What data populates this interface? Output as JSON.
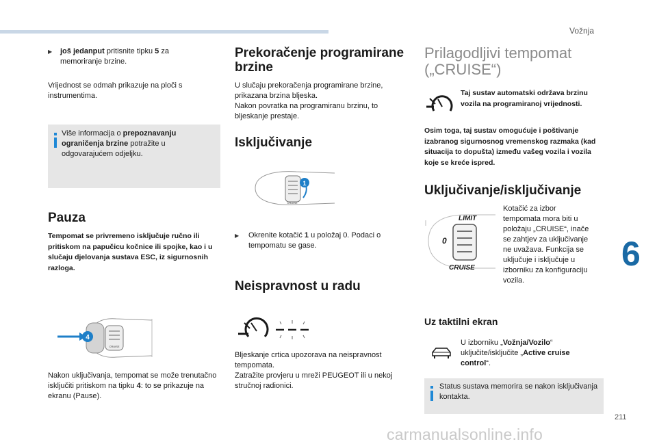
{
  "header": {
    "chapter": "Vožnja",
    "chapter_number": "6",
    "page_number": "211"
  },
  "watermark": "carmanualsonline.info",
  "col1": {
    "bullet_a_bold": "još jedanput",
    "bullet_a_mid": " pritisnite tipku ",
    "bullet_a_key": "5",
    "bullet_a_end": " za memoriranje brzine.",
    "para1": "Vrijednost se odmah prikazuje na ploči s instrumentima.",
    "info_pre": "Više informacija o ",
    "info_bold": "prepoznavanju ograničenja brzine",
    "info_post": " potražite u odgovarajućem odjeljku.",
    "pause_title": "Pauza",
    "pause_text": "Tempomat se privremeno isključuje ručno ili pritiskom na papučicu kočnice ili spojke, kao i u slučaju djelovanja sustava ESC, iz sigurnosnih razloga.",
    "fig_callout": "4",
    "fig_label": "CRUISE",
    "para2_pre": "Nakon uključivanja, tempomat se može trenutačno isključiti pritiskom na tipku ",
    "para2_key": "4",
    "para2_post": ": to se prikazuje na ekranu (Pause)."
  },
  "col2": {
    "over_title_1": "Prekoračenje programirane",
    "over_title_2": "brzine",
    "over_text1": "U slučaju prekoračenja programirane brzine, prikazana brzina bljeska.",
    "over_text2": "Nakon povratka na programiranu brzinu, to bljeskanje prestaje.",
    "off_title": "Isključivanje",
    "fig_callout": "1",
    "fig_label": "CRUISE",
    "off_pre": "Okrenite kotačić ",
    "off_key": "1",
    "off_post": " u položaj 0. Podaci o tempomatu se gase.",
    "fault_title": "Neispravnost u radu",
    "fault_text1": "Bljeskanje crtica upozorava na neispravnost tempomata.",
    "fault_text2": "Zatražite provjeru u mreži PEUGEOT ili u nekoj stručnoj radionici."
  },
  "col3": {
    "title_1": "Prilagodljivi tempomat",
    "title_2": "(„CRUISE“)",
    "intro_bold": "Taj sustav automatski održava brzinu vozila na programiranoj vrijednosti.",
    "para_bold": "Osim toga, taj sustav omogućuje i poštivanje izabranog sigurnosnog vremenskog razmaka (kad situacija to dopušta) između vašeg vozila i vozila koje se kreće ispred.",
    "onoff_title": "Uključivanje/isključivanje",
    "fig_limit": "LIMIT",
    "fig_zero": "0",
    "fig_cruise": "CRUISE",
    "onoff_text": "Kotačić za izbor tempomata mora biti u položaju „CRUISE“, inače se zahtjev za uključivanje ne uvažava. Funkcija se uključuje i isključuje u izborniku za konfiguraciju vozila.",
    "touch_title": "Uz taktilni ekran",
    "touch_pre": "U izborniku „",
    "touch_bold1": "Vožnja/Vozilo",
    "touch_mid": "“ uključite/isključite „",
    "touch_bold2": "Active cruise control",
    "touch_post": "“.",
    "info_text": "Status sustava memorira se nakon isključivanja kontakta."
  }
}
